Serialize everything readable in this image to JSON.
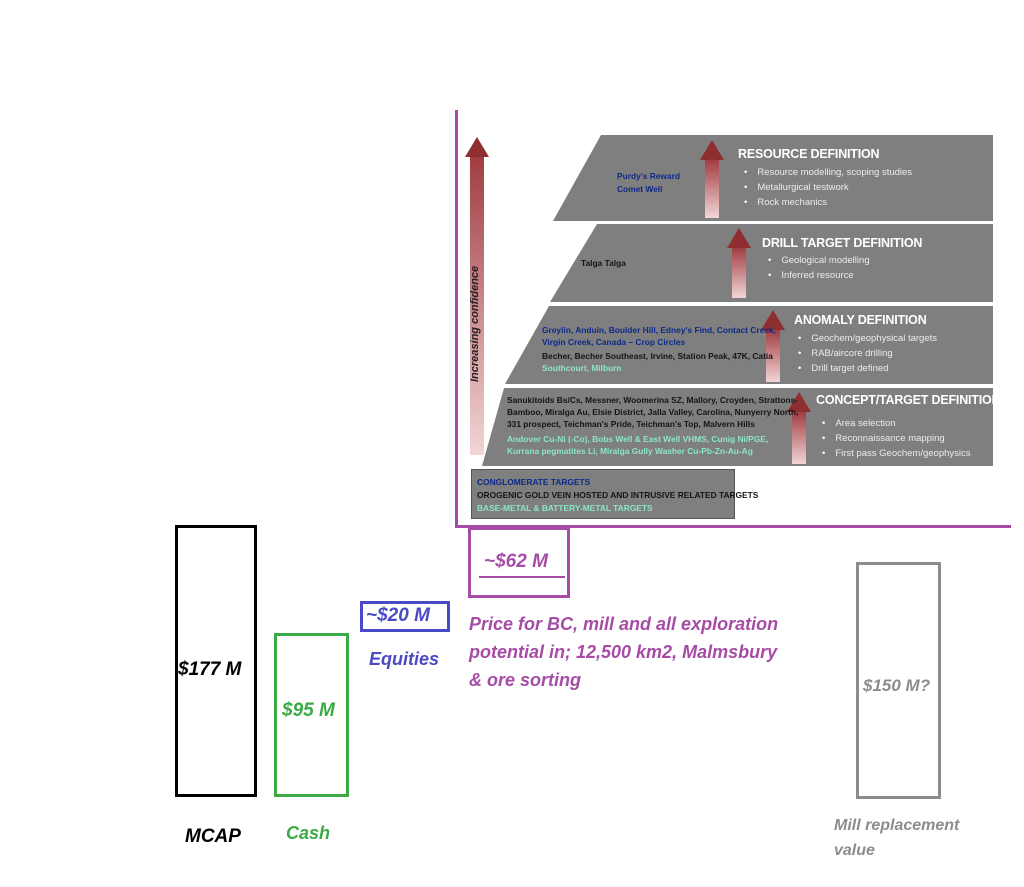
{
  "pyramid": {
    "side_label": "Increasing confidence",
    "layers": [
      {
        "title": "RESOURCE DEFINITION",
        "bullets": [
          "Resource modelling, scoping studies",
          "Metallurgical testwork",
          "Rock mechanics"
        ],
        "projects": [
          {
            "text": "Purdy's Reward",
            "color": "blue"
          },
          {
            "text": "Comet Well",
            "color": "blue"
          }
        ]
      },
      {
        "title": "DRILL TARGET DEFINITION",
        "bullets": [
          "Geological modelling",
          "Inferred resource"
        ],
        "projects": [
          {
            "text": "Talga Talga",
            "color": "dark"
          }
        ]
      },
      {
        "title": "ANOMALY DEFINITION",
        "bullets": [
          "Geochem/geophysical targets",
          "RAB/aircore drilling",
          "Drill target defined"
        ],
        "projects": [
          {
            "text": "Greylin, Anduin,  Boulder Hill, Edney's Find, Contact Creek,",
            "color": "blue"
          },
          {
            "text": "Virgin Creek,  Canada – Crop Circles",
            "color": "blue"
          },
          {
            "text": "Becher,  Becher Southeast, Irvine, Station Peak,  47K, Catia",
            "color": "dark"
          },
          {
            "text": "Southcourt, Milburn",
            "color": "green"
          }
        ]
      },
      {
        "title": "CONCEPT/TARGET DEFINITION",
        "bullets": [
          "Area selection",
          "Reconnaissance mapping",
          "First pass Geochem/geophysics"
        ],
        "projects": [
          {
            "text": "Sanukitoids Bs/Cs,  Messner, Woomerina SZ, Mallory, Croyden, Strattons-",
            "color": "dark"
          },
          {
            "text": "Bamboo,  Miralga Au,  Elsie District, Jalla Valley, Carolina,  Nunyerry North,",
            "color": "dark"
          },
          {
            "text": "331 prospect, Teichman's Pride, Teichman's Top, Malvern Hills",
            "color": "dark"
          },
          {
            "text": "Andover Cu-Ni (-Co),  Bobs Well & East Well VHMS, Cunig Ni/PGE,",
            "color": "green"
          },
          {
            "text": "Kurrana pegmatites Li, Miralga Gully Washer  Cu-Pb-Zn-Au-Ag",
            "color": "green"
          }
        ]
      }
    ],
    "legend": [
      {
        "text": "CONGLOMERATE TARGETS",
        "color": "blue"
      },
      {
        "text": "OROGENIC GOLD VEIN HOSTED AND INTRUSIVE RELATED  TARGETS",
        "color": "dark"
      },
      {
        "text": "BASE-METAL & BATTERY-METAL TARGETS",
        "color": "green"
      }
    ]
  },
  "valuation": {
    "mcap": {
      "value": "$177 M",
      "label": "MCAP",
      "color": "#000000"
    },
    "cash": {
      "value": "$95 M",
      "label": "Cash",
      "color": "#3aaa44"
    },
    "equities": {
      "value": "~$20 M",
      "label": "Equities",
      "color": "#4a4ac8"
    },
    "exploration": {
      "value": "~$62 M",
      "description": [
        "Price for BC, mill and all exploration",
        "potential in; 12,500 km2, Malmsbury",
        "& ore sorting"
      ],
      "color": "#a64ca6"
    },
    "mill": {
      "value": "$150 M?",
      "label": [
        "Mill replacement",
        "value"
      ],
      "color": "#8c8c8c"
    }
  },
  "colors": {
    "axis": "#a64ca6",
    "layer_fill": "#7f7f7f",
    "arrow": "#8e2e31",
    "project_blue": "#0d2a8a",
    "project_green": "#8be6c6"
  }
}
